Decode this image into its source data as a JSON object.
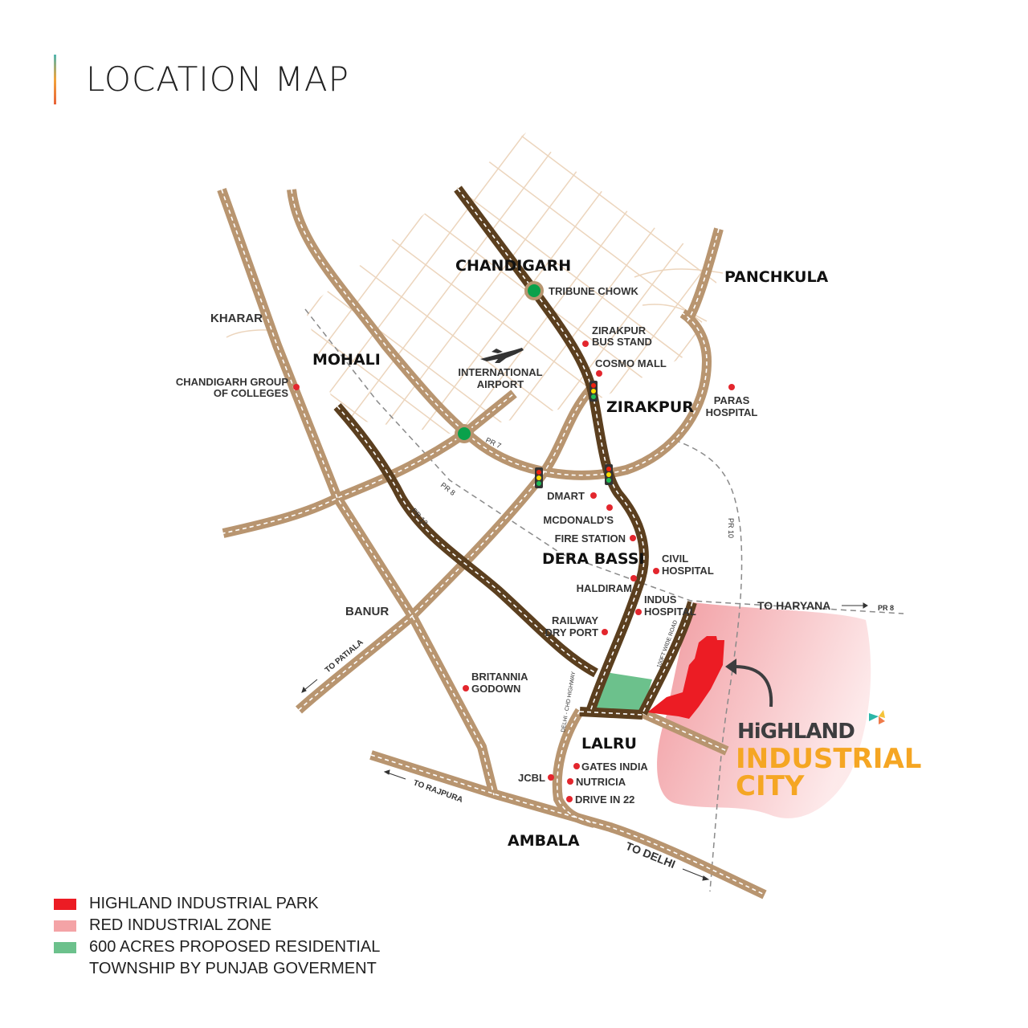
{
  "title": "LOCATION MAP",
  "cities": {
    "chandigarh": "CHANDIGARH",
    "panchkula": "PANCHKULA",
    "mohali": "MOHALI",
    "zirakpur": "ZIRAKPUR",
    "dera_bassi": "DERA BASSI",
    "lalru": "LALRU",
    "ambala": "AMBALA"
  },
  "places": {
    "kharar": "KHARAR",
    "banur": "BANUR",
    "tribune_chowk": "TRIBUNE CHOWK",
    "zirakpur_bus_1": "ZIRAKPUR",
    "zirakpur_bus_2": "BUS STAND",
    "cosmo_mall": "COSMO MALL",
    "airport_1": "INTERNATIONAL",
    "airport_2": "AIRPORT",
    "cgc_1": "CHANDIGARH GROUP",
    "cgc_2": "OF COLLEGES",
    "paras_1": "PARAS",
    "paras_2": "HOSPITAL",
    "dmart": "DMART",
    "mcdonalds": "MCDONALD'S",
    "fire_station": "FIRE STATION",
    "civil_1": "CIVIL",
    "civil_2": "HOSPITAL",
    "haldiram": "HALDIRAM",
    "indus_1": "INDUS",
    "indus_2": "HOSPITAL",
    "railway_1": "RAILWAY",
    "railway_2": "DRY PORT",
    "britannia_1": "BRITANNIA",
    "britannia_2": "GODOWN",
    "gates_india": "GATES INDIA",
    "nutricia": "NUTRICIA",
    "drive_in": "DRIVE IN 22",
    "jcbl": "JCBL"
  },
  "roads": {
    "pr7": "PR 7",
    "pr8": "PR 8",
    "pr8_east": "PR 8",
    "pr12": "PR 12",
    "pr10": "PR 10",
    "to_patiala": "TO PATIALA",
    "to_rajpura": "TO RAJPURA",
    "to_delhi": "TO DELHI",
    "to_haryana": "TO HARYANA",
    "hundred_ft": "100FT WIDE ROAD",
    "delhi_chd": "DELHI - CHD HIGHWAY"
  },
  "brand": {
    "line1": "HiGHLAND",
    "line2": "INDUSTRIAL",
    "line3": "CITY"
  },
  "legend": [
    {
      "label": "HIGHLAND INDUSTRIAL PARK",
      "color": "#ec1c24"
    },
    {
      "label": "RED INDUSTRIAL ZONE",
      "color": "#f4a3a6"
    },
    {
      "label": "600 ACRES PROPOSED RESIDENTIAL",
      "label2": "TOWNSHIP BY PUNJAB GOVERMENT",
      "color": "#6cc18c"
    }
  ],
  "colors": {
    "road_light": "#b89570",
    "road_dark": "#5b3f1f",
    "brand_gray": "#3d3d3f",
    "brand_orange": "#f5a623"
  }
}
